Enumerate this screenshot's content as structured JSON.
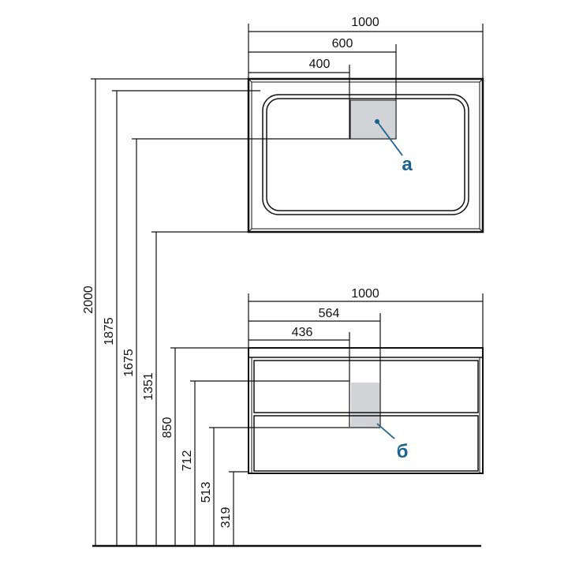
{
  "colors": {
    "accent": "#1a6390",
    "line": "#111111",
    "highlight": "#d2d3d6"
  },
  "mirror": {
    "width_total": "1000",
    "width_600": "600",
    "width_400": "400",
    "marker_label": "а"
  },
  "cabinet": {
    "width_total": "1000",
    "width_564": "564",
    "width_436": "436",
    "marker_label": "б"
  },
  "heights": {
    "h2000": "2000",
    "h1875": "1875",
    "h1675": "1675",
    "h1351": "1351",
    "h850": "850",
    "h712": "712",
    "h513": "513",
    "h319": "319"
  }
}
